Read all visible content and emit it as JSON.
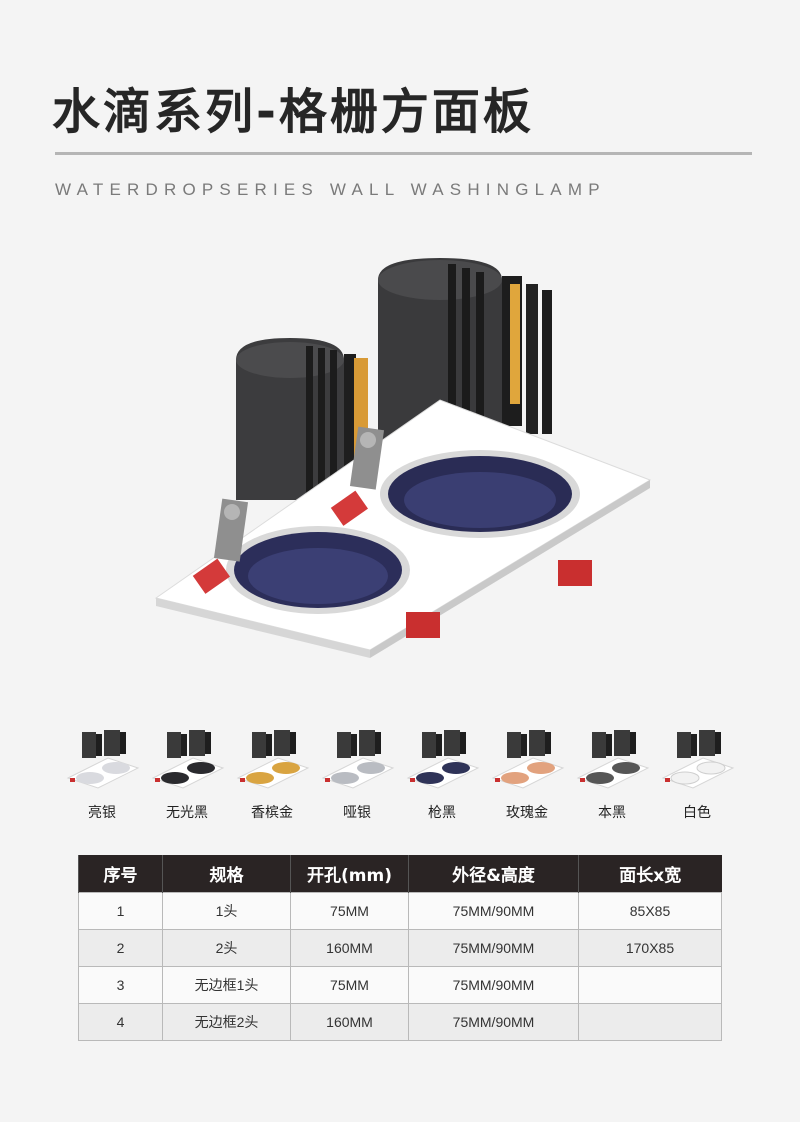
{
  "header": {
    "title": "水滴系列-格栅方面板",
    "subtitle": "WATERDROPSERIES WALL WASHINGLAMP"
  },
  "finishes": [
    {
      "label": "亮银",
      "color": "#d9dadf"
    },
    {
      "label": "无光黑",
      "color": "#2a2a2e"
    },
    {
      "label": "香槟金",
      "color": "#d9a441"
    },
    {
      "label": "哑银",
      "color": "#b9bcc2"
    },
    {
      "label": "枪黑",
      "color": "#2f3358"
    },
    {
      "label": "玫瑰金",
      "color": "#e2a27e"
    },
    {
      "label": "本黑",
      "color": "#565656"
    },
    {
      "label": "白色",
      "color": "#f2f2f2"
    }
  ],
  "spec_table": {
    "headers": [
      "序号",
      "规格",
      "开孔(mm)",
      "外径&高度",
      "面长x宽"
    ],
    "rows": [
      [
        "1",
        "1头",
        "75MM",
        "75MM/90MM",
        "85X85"
      ],
      [
        "2",
        "2头",
        "160MM",
        "75MM/90MM",
        "170X85"
      ],
      [
        "3",
        "无边框1头",
        "75MM",
        "75MM/90MM",
        ""
      ],
      [
        "4",
        "无边框2头",
        "160MM",
        "75MM/90MM",
        ""
      ]
    ]
  }
}
